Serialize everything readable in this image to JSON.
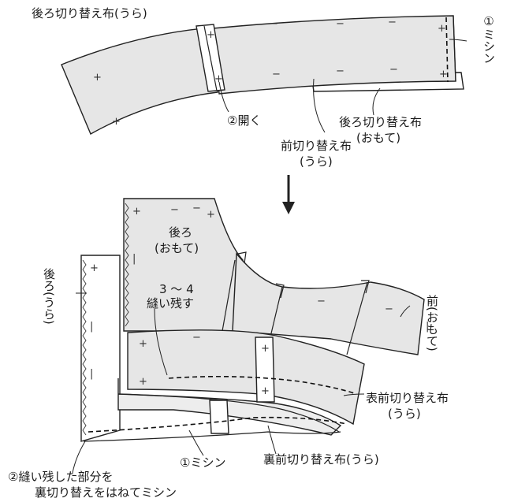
{
  "labels": {
    "back_switch_ura": "後ろ切り替え布(うら)",
    "sew_1": "①ミシン",
    "open_2": "②開く",
    "back_switch_omote_1": "後ろ切り替え布",
    "back_switch_omote_2": "(おもて)",
    "front_switch_ura_1": "前切り替え布",
    "front_switch_ura_2": "(うら)",
    "back_omote_1": "後ろ",
    "back_omote_2": "(おもて)",
    "back_ura": "後ろ(うら)",
    "leave_1": "3 〜 4",
    "leave_2": "縫い残す",
    "front_omote": "前(おもて)",
    "outer_front_switch_1": "表前切り替え布",
    "outer_front_switch_2": "(うら)",
    "sew_bottom": "①ミシン",
    "inner_front_switch": "裏前切り替え布(うら)",
    "note_1": "②縫い残した部分を",
    "note_2": "裏切り替えをはねてミシン"
  },
  "colors": {
    "fabric": "#e6e6e6",
    "line": "#222222"
  }
}
